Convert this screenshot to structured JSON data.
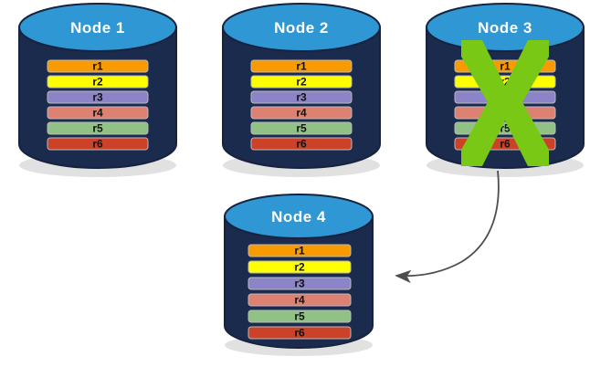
{
  "diagram": {
    "title": "Cluster node replication / recovery diagram",
    "background": "#ffffff"
  },
  "palette": {
    "cylinder_top": "#2e97d4",
    "cylinder_body": "#1b2b4d",
    "cylinder_outline": "#16233f",
    "cylinder_shadow": "#c9c9c9",
    "label_text": "#ffffff",
    "row_text": "#111111",
    "row_outline": "#b9b9b9",
    "cross_green": "#7ac816",
    "arrow_gray": "#4d4d4d"
  },
  "rows": [
    {
      "id": "r1",
      "label": "r1",
      "color": "#f99a00"
    },
    {
      "id": "r2",
      "label": "r2",
      "color": "#ffff00"
    },
    {
      "id": "r3",
      "label": "r3",
      "color": "#8b84c8"
    },
    {
      "id": "r4",
      "label": "r4",
      "color": "#dd8172"
    },
    {
      "id": "r5",
      "label": "r5",
      "color": "#8fc284"
    },
    {
      "id": "r6",
      "label": "r6",
      "color": "#cc4228"
    }
  ],
  "nodes": [
    {
      "id": "node-1",
      "label": "Node  1",
      "failed": false
    },
    {
      "id": "node-2",
      "label": "Node  2",
      "failed": false
    },
    {
      "id": "node-3",
      "label": "Node  3",
      "failed": true
    },
    {
      "id": "node-4",
      "label": "Node  4",
      "failed": false
    }
  ],
  "annotations": {
    "failure_marker": "green-x-cross",
    "recovery_arrow": "curved-arrow-node3-to-node4"
  }
}
